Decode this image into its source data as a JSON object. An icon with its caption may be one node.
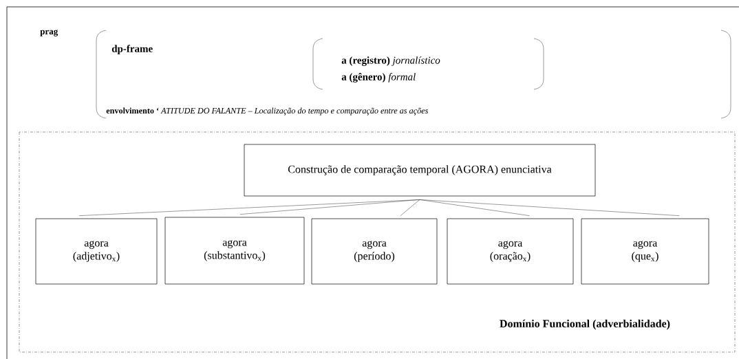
{
  "diagram": {
    "nodes": [
      {
        "text": [
          "Domínio Funcional (adverbialidade)"
        ]
      },
      {
        "text": [
          "Construção de comparação temporal (AGORA) enunciativa"
        ],
        "in": 0
      },
      {
        "text": [
          "agora (adjetivo$_{x}$)"
        ],
        "in": 0
      },
      {
        "text": [
          "agora (substantivo$_{x}$)"
        ],
        "in": 0
      },
      {
        "text": [
          "agora (período)"
        ],
        "in": 0
      },
      {
        "text": [
          "agora (oração$_{x}$)"
        ],
        "in": 0
      },
      {
        "text": [
          "agora (que$_{x}$)"
        ],
        "in": 0
      }
    ],
    "edges": [
      {
        "from": 1,
        "to": 2,
        "arrow": "none"
      },
      {
        "from": 1,
        "to": 3,
        "arrow": "none"
      },
      {
        "from": 1,
        "to": 4,
        "arrow": "none"
      },
      {
        "from": 1,
        "to": 5,
        "arrow": "none"
      },
      {
        "from": 1,
        "to": 6,
        "arrow": "none"
      }
    ],
    "labels": [
      "prag",
      "dp-frame",
      "**a (registro)** *jornalístico*",
      "**a (gênero)** *formal*",
      "**envolvimento ‘** *ATITUDE DO FALANTE – Localização do tempo e comparação entre as ações*"
    ]
  }
}
